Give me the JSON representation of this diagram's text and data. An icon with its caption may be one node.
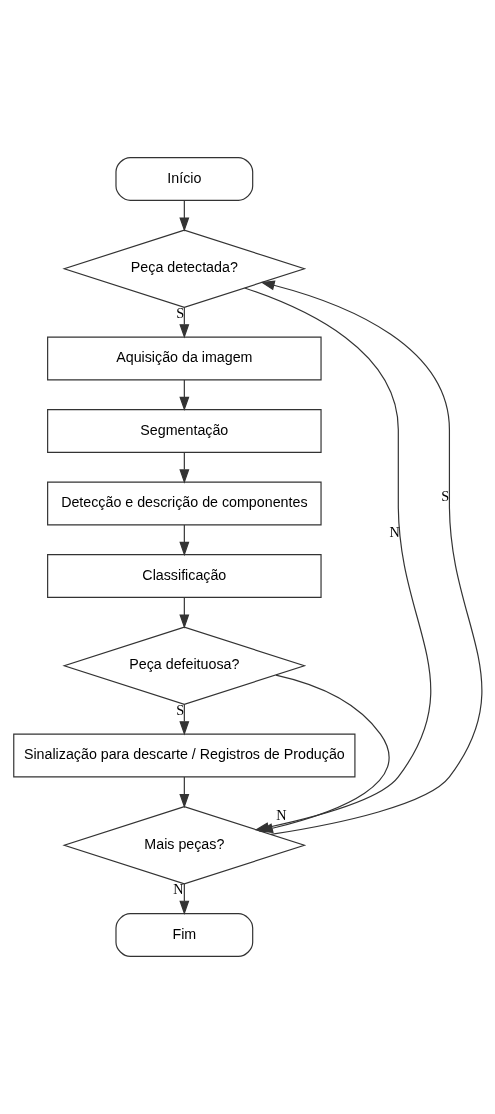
{
  "diagram": {
    "nodes": [
      {
        "text": [
          "Início"
        ]
      },
      {
        "text": [
          "Peça detectada?"
        ]
      },
      {
        "text": [
          "Aquisição da imagem"
        ]
      },
      {
        "text": [
          "Segmentação"
        ]
      },
      {
        "text": [
          "Detecção e descrição de componentes"
        ]
      },
      {
        "text": [
          "Classificação"
        ]
      },
      {
        "text": [
          "Peça defeituosa?"
        ]
      },
      {
        "text": [
          "Sinalização para descarte / Registros de Produção"
        ]
      },
      {
        "text": [
          "Mais peças?"
        ]
      },
      {
        "text": [
          "Fim"
        ]
      }
    ],
    "edges": [
      {
        "from": 0,
        "to": 1,
        "arrow": "to"
      },
      {
        "from": 1,
        "to": 2,
        "arrow": "to",
        "label": "S"
      },
      {
        "from": 2,
        "to": 3,
        "arrow": "to"
      },
      {
        "from": 3,
        "to": 4,
        "arrow": "to"
      },
      {
        "from": 4,
        "to": 5,
        "arrow": "to"
      },
      {
        "from": 5,
        "to": 6,
        "arrow": "to"
      },
      {
        "from": 6,
        "to": 7,
        "arrow": "to",
        "label": "S"
      },
      {
        "from": 7,
        "to": 8,
        "arrow": "to"
      },
      {
        "from": 1,
        "to": 8,
        "arrow": "to",
        "label": "N"
      },
      {
        "from": 6,
        "to": 8,
        "arrow": "to",
        "label": "N"
      },
      {
        "from": 8,
        "to": 1,
        "arrow": "to",
        "label": "S"
      },
      {
        "from": 8,
        "to": 9,
        "arrow": "to",
        "label": "N"
      }
    ]
  }
}
